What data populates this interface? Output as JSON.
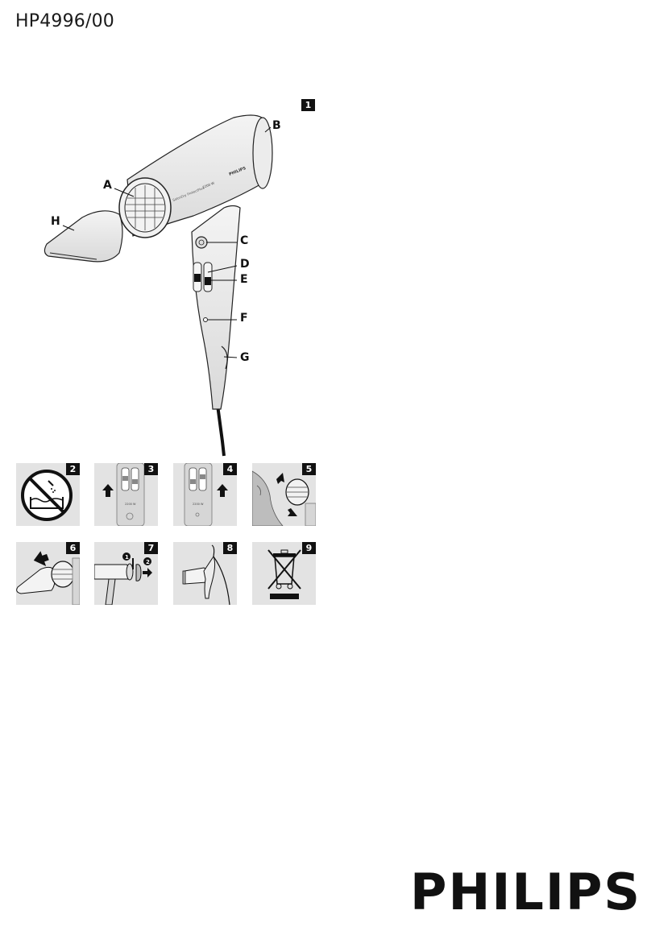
{
  "document": {
    "model_number": "HP4996/00",
    "brand_logo": "PHILIPS"
  },
  "figure_1": {
    "number": "1",
    "callouts": {
      "a": "A",
      "b": "B",
      "c": "C",
      "d": "D",
      "e": "E",
      "f": "F",
      "g": "G",
      "h": "H"
    },
    "device_texts": {
      "brand": "PHILIPS",
      "wattage": "2200 W",
      "series": "SalonDry ProtectPlus"
    }
  },
  "panels": [
    {
      "number": "2",
      "icon": "no-water-bath-icon"
    },
    {
      "number": "3",
      "icon": "switch-up-arrow-icon",
      "wattage": "2200 W"
    },
    {
      "number": "4",
      "icon": "switch-up-arrow-icon",
      "wattage": "2200 W"
    },
    {
      "number": "5",
      "icon": "airflow-direction-icon"
    },
    {
      "number": "6",
      "icon": "attach-concentrator-icon"
    },
    {
      "number": "7",
      "icon": "remove-filter-icon"
    },
    {
      "number": "8",
      "icon": "hang-by-loop-icon"
    },
    {
      "number": "9",
      "icon": "crossed-bin-icon"
    }
  ],
  "colors": {
    "panel_background": "#e3e3e3",
    "ink": "#111111"
  }
}
